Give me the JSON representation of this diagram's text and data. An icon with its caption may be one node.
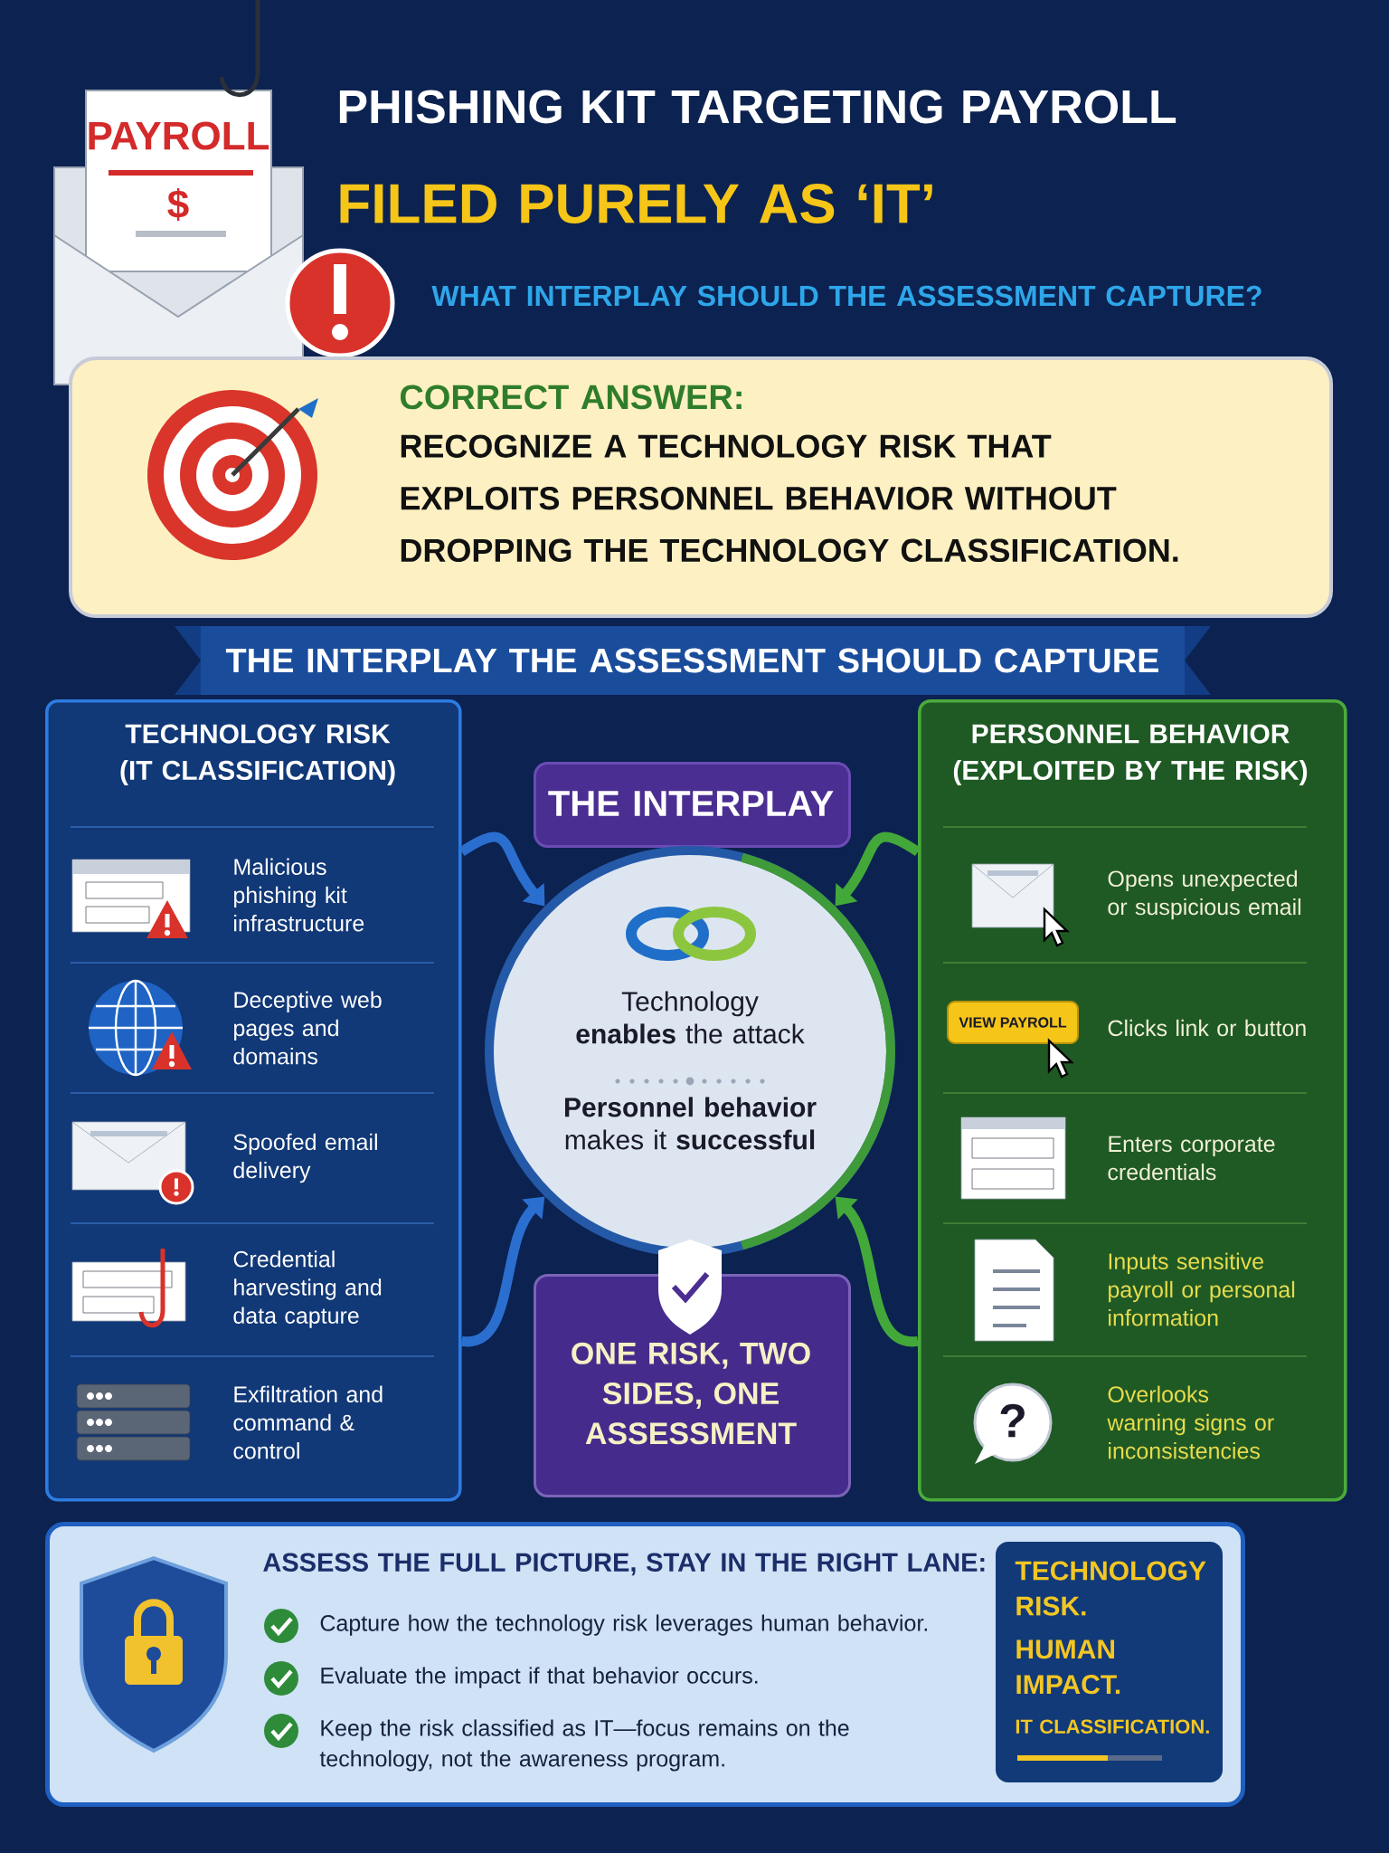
{
  "diagram": {
    "title": "PHISHING KIT TARGETING PAYROLL",
    "nodes": [
      {
        "text": [
          "CORRECT ANSWER:",
          "RECOGNIZE A TECHNOLOGY RISK THAT EXPLOITS PERSONNEL BEHAVIOR WITHOUT DROPPING THE TECHNOLOGY CLASSIFICATION."
        ]
      },
      {
        "text": [
          "THE INTERPLAY THE ASSESSMENT SHOULD CAPTURE"
        ]
      },
      {
        "text": [
          "TECHNOLOGY RISK (IT CLASSIFICATION)"
        ]
      },
      {
        "text": [
          "Malicious phishing kit infrastructure"
        ],
        "in": 2
      },
      {
        "text": [
          "Deceptive web pages and domains"
        ],
        "in": 2
      },
      {
        "text": [
          "Spoofed email delivery"
        ],
        "in": 2
      },
      {
        "text": [
          "Credential harvesting and data capture"
        ],
        "in": 2
      },
      {
        "text": [
          "Exfiltration and command & control"
        ],
        "in": 2
      },
      {
        "text": [
          "PERSONNEL BEHAVIOR (EXPLOITED BY THE RISK)"
        ]
      },
      {
        "text": [
          "Opens unexpected or suspicious email"
        ],
        "in": 8
      },
      {
        "text": [
          "Clicks link or button"
        ],
        "in": 8
      },
      {
        "text": [
          "Enters corporate credentials"
        ],
        "in": 8
      },
      {
        "text": [
          "Inputs sensitive payroll or personal information"
        ],
        "in": 8
      },
      {
        "text": [
          "Overlooks warning signs or inconsistencies"
        ],
        "in": 8
      },
      {
        "text": [
          "THE INTERPLAY"
        ]
      },
      {
        "text": [
          "Technology **enables** the attack",
          "**Personnel behavior** makes it **successful**"
        ]
      },
      {
        "text": [
          "ONE RISK, TWO SIDES, ONE ASSESSMENT"
        ]
      },
      {
        "text": [
          "ASSESS THE FULL PICTURE, STAY IN THE RIGHT LANE:",
          "Capture how the technology risk leverages human behavior.",
          "Evaluate the impact if that behavior occurs.",
          "Keep the risk classified as IT—focus remains on the technology, not the awareness program."
        ]
      },
      {
        "text": [
          "TECHNOLOGY RISK.",
          "HUMAN IMPACT.",
          "IT CLASSIFICATION."
        ],
        "in": 17
      }
    ],
    "edges": [
      {
        "from": 2,
        "to": 15,
        "arrow": "to",
        "color": "#2a6fd0"
      },
      {
        "from": 2,
        "to": 15,
        "arrow": "to",
        "color": "#2a6fd0"
      },
      {
        "from": 8,
        "to": 15,
        "arrow": "to",
        "color": "#43a83a"
      },
      {
        "from": 8,
        "to": 15,
        "arrow": "to",
        "color": "#43a83a"
      }
    ],
    "labels": [
      "PAYROLL",
      "$",
      "FILED PURELY AS ‘IT’",
      "WHAT INTERPLAY SHOULD THE ASSESSMENT CAPTURE?",
      "VIEW PAYROLL",
      "?"
    ]
  }
}
